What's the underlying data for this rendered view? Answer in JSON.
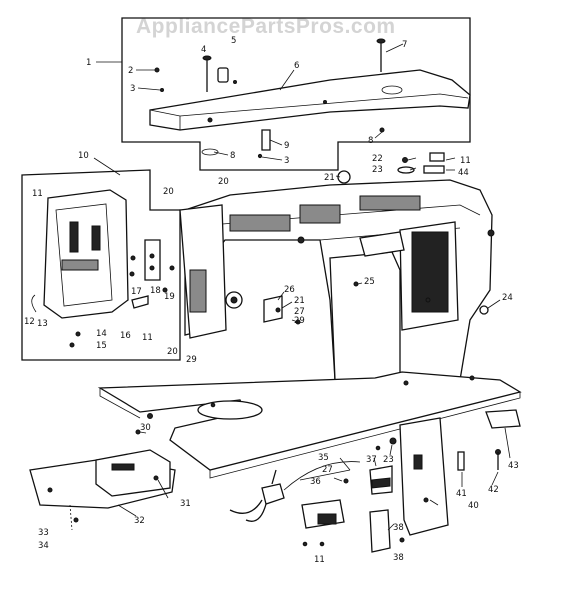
{
  "watermark": "AppliancePartsPros.com",
  "callouts": {
    "c1": "1",
    "c2": "2",
    "c3a": "3",
    "c3b": "3",
    "c4": "4",
    "c5": "5",
    "c6": "6",
    "c7": "7",
    "c8a": "8",
    "c8b": "8",
    "c9": "9",
    "c10": "10",
    "c11a": "11",
    "c11b": "11",
    "c11c": "11",
    "c11d": "11",
    "c12": "12",
    "c13": "13",
    "c14": "14",
    "c15": "15",
    "c16": "16",
    "c17": "17",
    "c18": "18",
    "c19": "19",
    "c20a": "20",
    "c20b": "20",
    "c20c": "20",
    "c21a": "21",
    "c21b": "21",
    "c22": "22",
    "c23a": "23",
    "c23b": "23",
    "c24": "24",
    "c25": "25",
    "c26": "26",
    "c27a": "27",
    "c27b": "27",
    "c29a": "29",
    "c29b": "29",
    "c30": "30",
    "c31": "31",
    "c32": "32",
    "c33": "33",
    "c34": "34",
    "c35": "35",
    "c36": "36",
    "c37": "37",
    "c38a": "38",
    "c38b": "38",
    "c40": "40",
    "c41": "41",
    "c42": "42",
    "c43": "43",
    "c44": "44"
  }
}
